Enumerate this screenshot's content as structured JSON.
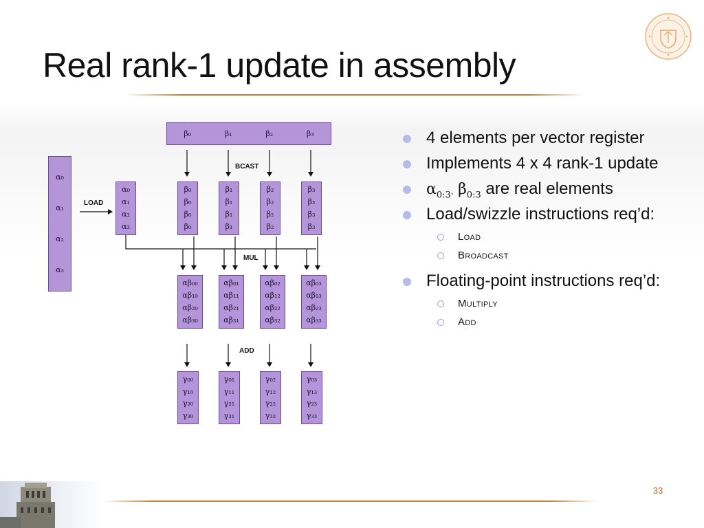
{
  "title": "Real rank-1 update in assembly",
  "page_number": "33",
  "colors": {
    "register_fill": "#b495d9",
    "register_border": "#6b4d8f",
    "accent_rule": "#c1802d",
    "bullet_dot": "#b7bbea",
    "page_number": "#c0652a"
  },
  "icons": {
    "seal": "university-seal-icon",
    "tower": "tower-photo-icon"
  },
  "diagram": {
    "beta_register": [
      "β₀",
      "β₁",
      "β₂",
      "β₃"
    ],
    "alpha_vector": [
      "α₀",
      "α₁",
      "α₂",
      "α₃"
    ],
    "alpha_register": [
      "α₀",
      "α₁",
      "α₂",
      "α₃"
    ],
    "bcast_label": "BCAST",
    "load_label": "LOAD",
    "mul_label": "MUL",
    "add_label": "ADD",
    "broadcast_registers": [
      [
        "β₀",
        "β₀",
        "β₀",
        "β₀"
      ],
      [
        "β₁",
        "β₁",
        "β₁",
        "β₁"
      ],
      [
        "β₂",
        "β₂",
        "β₂",
        "β₂"
      ],
      [
        "β₃",
        "β₃",
        "β₃",
        "β₃"
      ]
    ],
    "product_registers": [
      [
        "αβ₀₀",
        "αβ₁₀",
        "αβ₂₀",
        "αβ₃₀"
      ],
      [
        "αβ₀₁",
        "αβ₁₁",
        "αβ₂₁",
        "αβ₃₁"
      ],
      [
        "αβ₀₂",
        "αβ₁₂",
        "αβ₂₂",
        "αβ₃₂"
      ],
      [
        "αβ₀₃",
        "αβ₁₃",
        "αβ₂₃",
        "αβ₃₃"
      ]
    ],
    "gamma_registers": [
      [
        "γ₀₀",
        "γ₁₀",
        "γ₂₀",
        "γ₃₀"
      ],
      [
        "γ₀₁",
        "γ₁₁",
        "γ₂₁",
        "γ₃₁"
      ],
      [
        "γ₀₂",
        "γ₁₂",
        "γ₂₂",
        "γ₃₂"
      ],
      [
        "γ₀₃",
        "γ₁₃",
        "γ₂₃",
        "γ₃₃"
      ]
    ]
  },
  "bullets": [
    {
      "text": "4 elements per vector register"
    },
    {
      "text": "Implements 4 x 4 rank-1 update"
    },
    {
      "alpha": "α",
      "alpha_sub": "0:3",
      "sep": ",",
      "beta": "β",
      "beta_sub": "0:3",
      "text": " are real elements"
    },
    {
      "text": "Load/swizzle instructions req’d:",
      "sub": [
        "Load",
        "Broadcast"
      ]
    },
    {
      "text": "Floating-point instructions req’d:",
      "sub": [
        "Multiply",
        "Add"
      ]
    }
  ]
}
